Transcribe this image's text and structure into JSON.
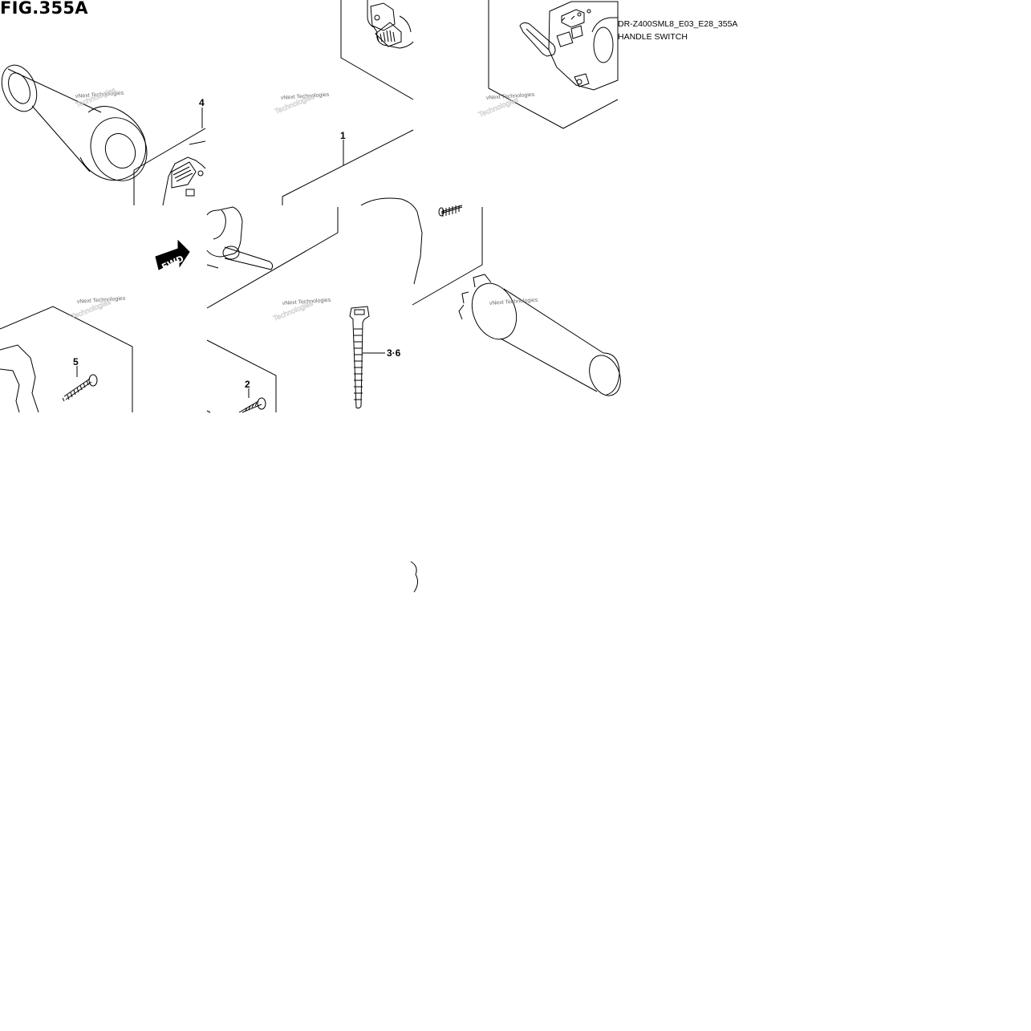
{
  "figure": {
    "title": "FIG.355A",
    "code": "DR-Z400SML8_E03_E28_355A",
    "name": "HANDLE SWITCH"
  },
  "callouts": [
    {
      "id": "c4",
      "label": "4"
    },
    {
      "id": "c1",
      "label": "1"
    },
    {
      "id": "c5",
      "label": "5"
    },
    {
      "id": "c2",
      "label": "2"
    },
    {
      "id": "c36",
      "label": "3·6"
    }
  ],
  "direction_arrow": {
    "label": "FWD"
  },
  "watermark": {
    "line1": "vNext Technologies",
    "line2": "Technologies"
  },
  "colors": {
    "line": "#000000",
    "watermark": "#6a6a6a",
    "background": "#ffffff"
  }
}
